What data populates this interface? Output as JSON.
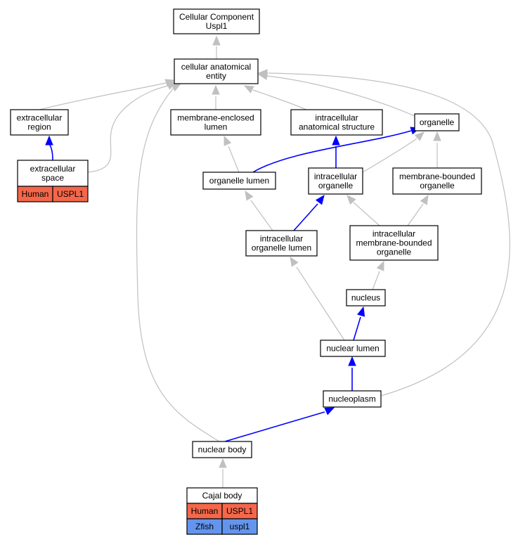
{
  "graph": {
    "colors": {
      "is_a_edge": "#c0c0c0",
      "part_of_edge": "#0000ff",
      "human": "#f4674a",
      "zfish": "#6495ed"
    },
    "nodes": {
      "root": [
        "Cellular Component",
        "Uspl1"
      ],
      "cae": [
        "cellular anatomical",
        "entity"
      ],
      "extracellular_region": [
        "extracellular",
        "region"
      ],
      "membrane_enclosed_lumen": [
        "membrane-enclosed",
        "lumen"
      ],
      "intracellular_anatomical_structure": [
        "intracellular",
        "anatomical structure"
      ],
      "organelle": [
        "organelle"
      ],
      "extracellular_space": [
        "extracellular",
        "space"
      ],
      "organelle_lumen": [
        "organelle lumen"
      ],
      "intracellular_organelle": [
        "intracellular",
        "organelle"
      ],
      "membrane_bounded_organelle": [
        "membrane-bounded",
        "organelle"
      ],
      "intracellular_organelle_lumen": [
        "intracellular",
        "organelle lumen"
      ],
      "intracellular_membrane_bounded_organelle": [
        "intracellular",
        "membrane-bounded",
        "organelle"
      ],
      "nucleus": [
        "nucleus"
      ],
      "nuclear_lumen": [
        "nuclear lumen"
      ],
      "nucleoplasm": [
        "nucleoplasm"
      ],
      "nuclear_body": [
        "nuclear body"
      ],
      "cajal_body": [
        "Cajal body"
      ]
    },
    "annotations": {
      "extracellular_space": [
        {
          "species": "Human",
          "gene": "USPL1",
          "color": "human"
        }
      ],
      "cajal_body": [
        {
          "species": "Human",
          "gene": "USPL1",
          "color": "human"
        },
        {
          "species": "Zfish",
          "gene": "uspl1",
          "color": "zfish"
        }
      ]
    },
    "edges": [
      {
        "from": "cae",
        "to": "root",
        "type": "is_a"
      },
      {
        "from": "extracellular_region",
        "to": "cae",
        "type": "is_a"
      },
      {
        "from": "extracellular_space",
        "to": "extracellular_region",
        "type": "part_of"
      },
      {
        "from": "extracellular_space",
        "to": "cae",
        "type": "is_a"
      },
      {
        "from": "membrane_enclosed_lumen",
        "to": "cae",
        "type": "is_a"
      },
      {
        "from": "intracellular_anatomical_structure",
        "to": "cae",
        "type": "is_a"
      },
      {
        "from": "organelle",
        "to": "cae",
        "type": "is_a"
      },
      {
        "from": "organelle_lumen",
        "to": "membrane_enclosed_lumen",
        "type": "is_a"
      },
      {
        "from": "organelle_lumen",
        "to": "organelle",
        "type": "part_of"
      },
      {
        "from": "intracellular_organelle",
        "to": "intracellular_anatomical_structure",
        "type": "part_of"
      },
      {
        "from": "intracellular_organelle",
        "to": "organelle",
        "type": "is_a"
      },
      {
        "from": "membrane_bounded_organelle",
        "to": "organelle",
        "type": "is_a"
      },
      {
        "from": "intracellular_organelle_lumen",
        "to": "organelle_lumen",
        "type": "is_a"
      },
      {
        "from": "intracellular_organelle_lumen",
        "to": "intracellular_organelle",
        "type": "part_of"
      },
      {
        "from": "intracellular_membrane_bounded_organelle",
        "to": "intracellular_organelle",
        "type": "is_a"
      },
      {
        "from": "intracellular_membrane_bounded_organelle",
        "to": "membrane_bounded_organelle",
        "type": "is_a"
      },
      {
        "from": "nucleus",
        "to": "intracellular_membrane_bounded_organelle",
        "type": "is_a"
      },
      {
        "from": "nuclear_lumen",
        "to": "nucleus",
        "type": "part_of"
      },
      {
        "from": "nuclear_lumen",
        "to": "intracellular_organelle_lumen",
        "type": "is_a"
      },
      {
        "from": "nucleoplasm",
        "to": "nuclear_lumen",
        "type": "part_of"
      },
      {
        "from": "nucleoplasm",
        "to": "cae",
        "type": "is_a"
      },
      {
        "from": "nuclear_body",
        "to": "nucleoplasm",
        "type": "part_of"
      },
      {
        "from": "nuclear_body",
        "to": "cae",
        "type": "is_a"
      },
      {
        "from": "cajal_body",
        "to": "nuclear_body",
        "type": "is_a"
      }
    ]
  }
}
